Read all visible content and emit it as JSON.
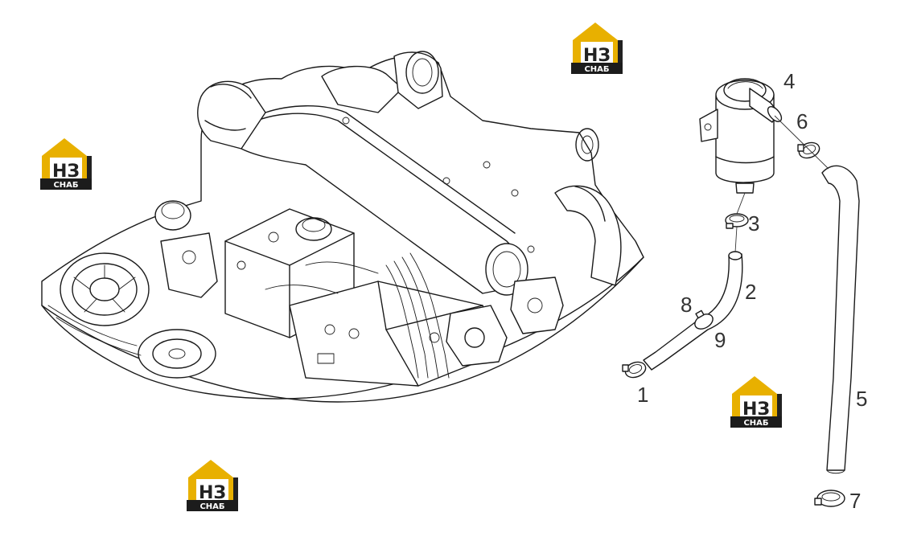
{
  "diagram": {
    "callouts": [
      {
        "id": "1",
        "label": "1"
      },
      {
        "id": "2",
        "label": "2"
      },
      {
        "id": "3",
        "label": "3"
      },
      {
        "id": "4",
        "label": "4"
      },
      {
        "id": "5",
        "label": "5"
      },
      {
        "id": "6",
        "label": "6"
      },
      {
        "id": "7",
        "label": "7"
      },
      {
        "id": "8",
        "label": "8"
      },
      {
        "id": "9",
        "label": "9"
      }
    ]
  },
  "watermark": {
    "logo_letters": "НЗ",
    "logo_caption": "СНАБ",
    "colors": {
      "house": "#e8b000",
      "dark": "#222222",
      "caption_bg": "#1c1c1c",
      "caption_text": "#ffffff"
    }
  }
}
